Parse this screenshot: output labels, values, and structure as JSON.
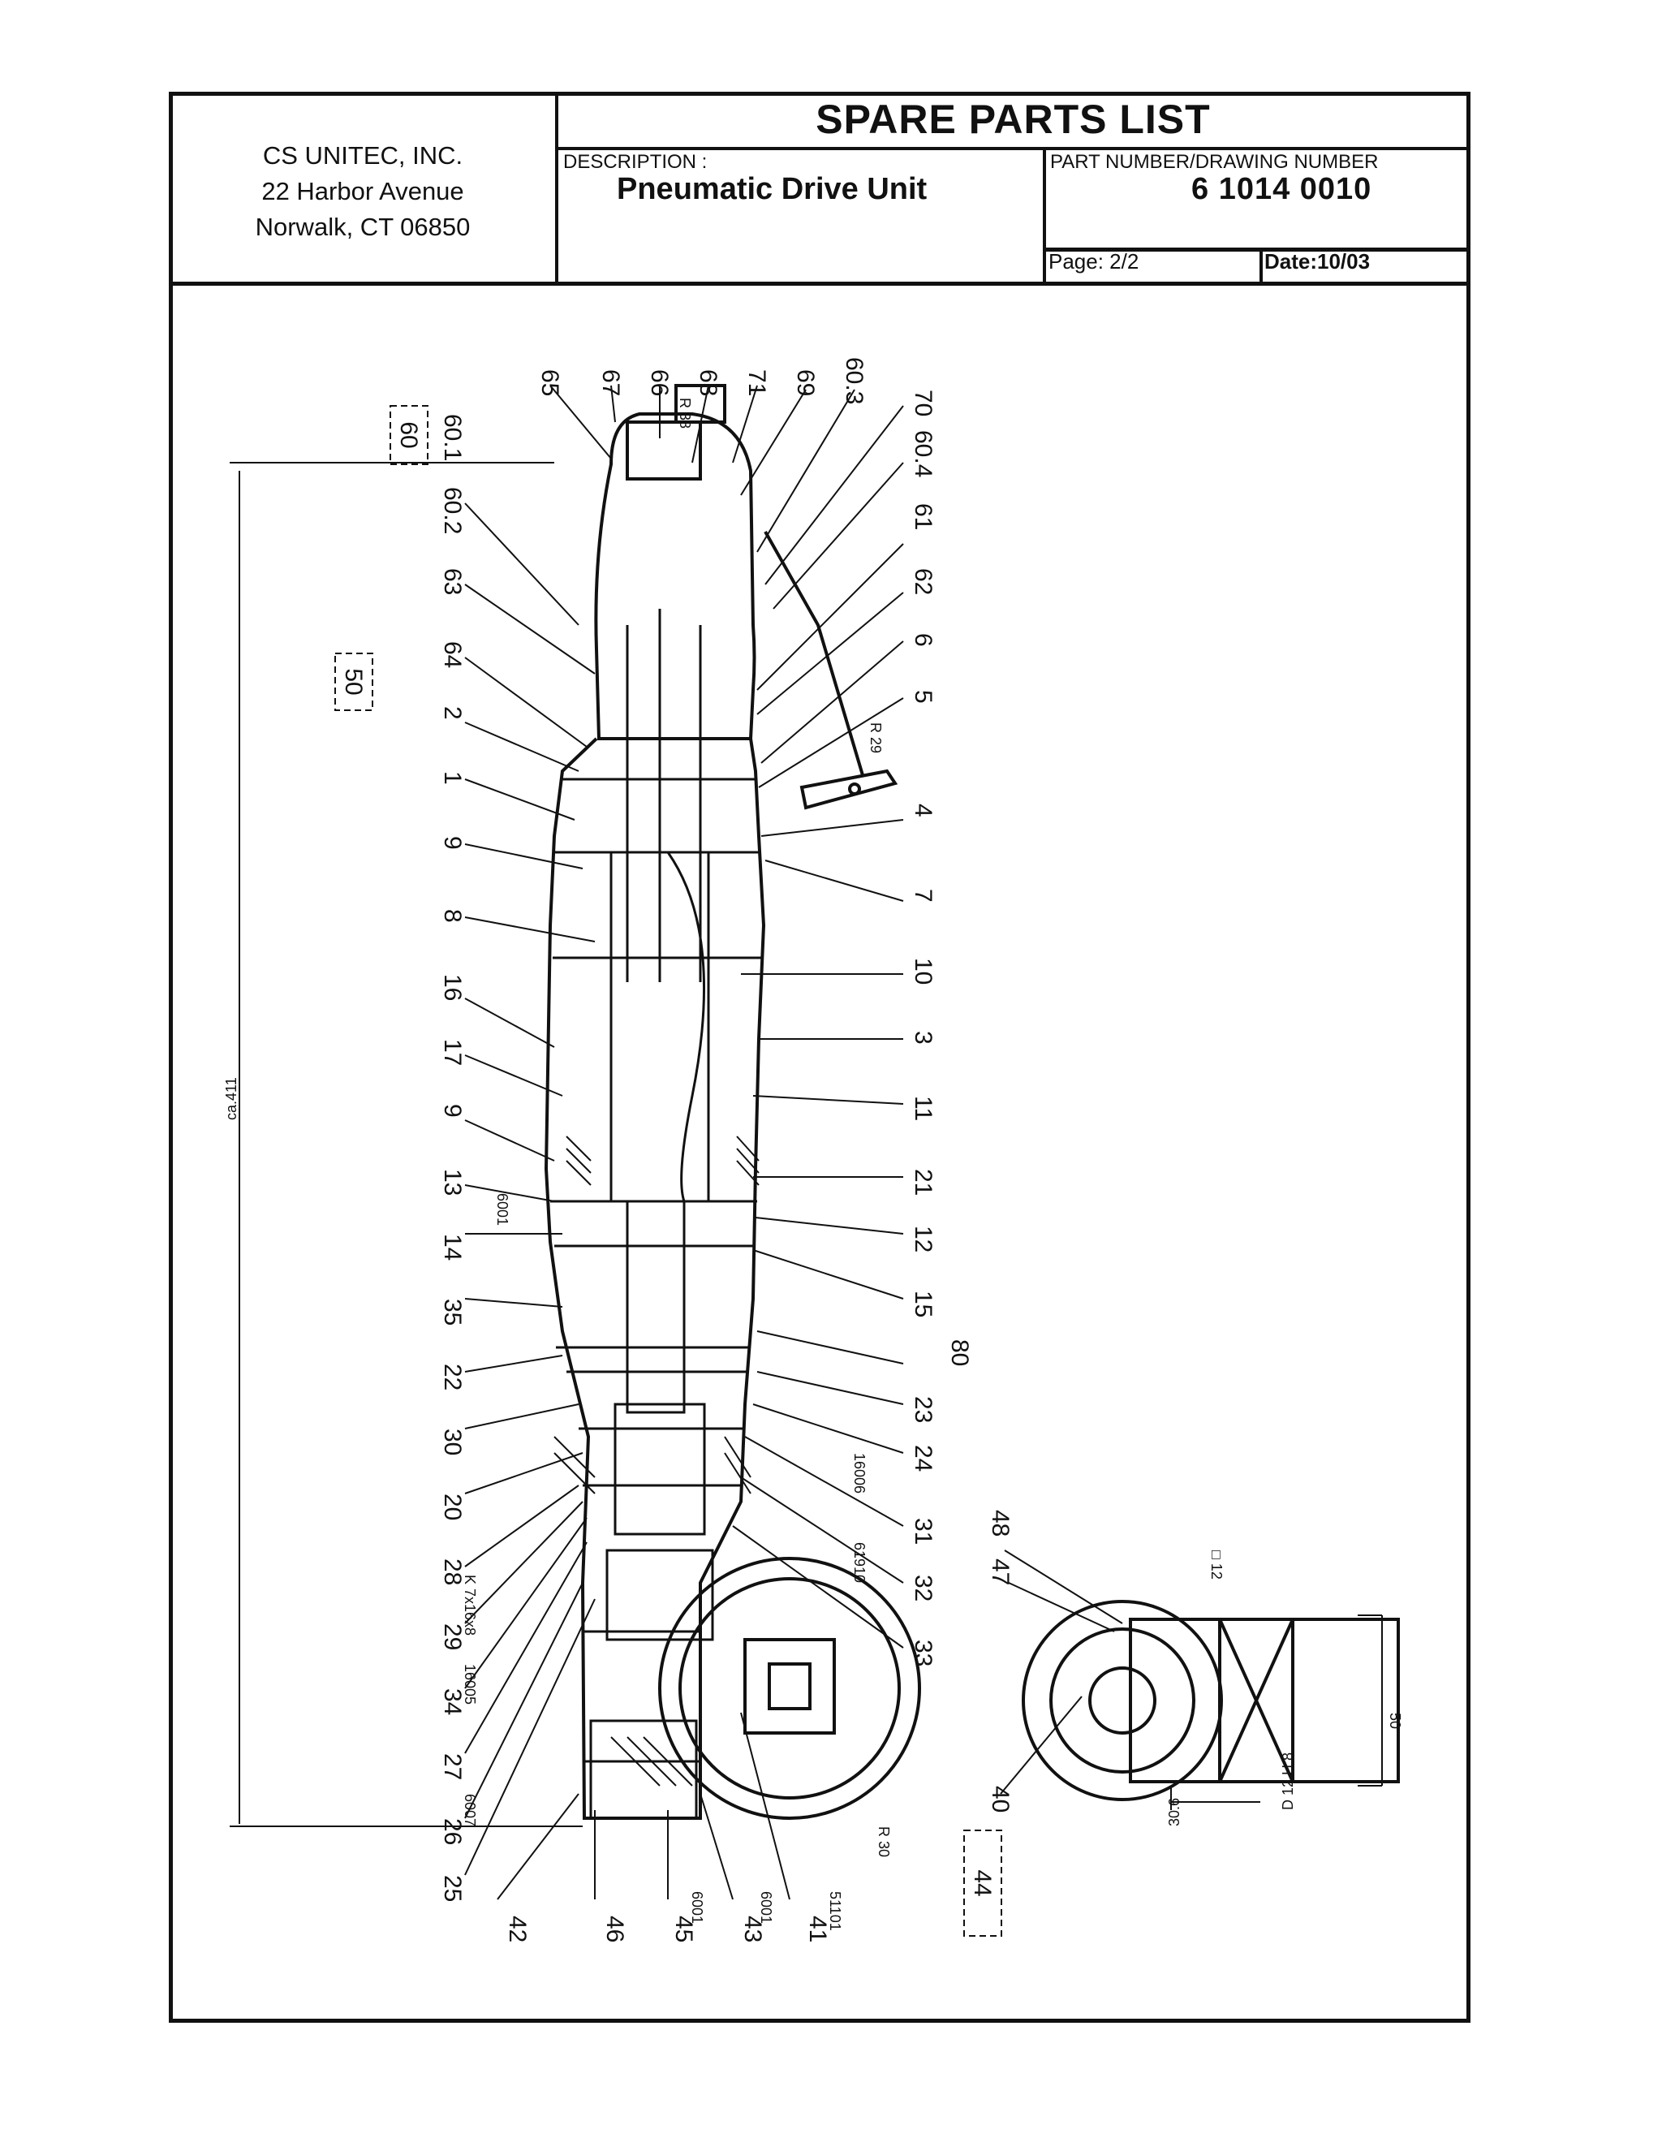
{
  "company": {
    "name": "CS UNITEC, INC.",
    "street": "22 Harbor Avenue",
    "city": "Norwalk, CT  06850"
  },
  "header": {
    "title": "SPARE PARTS LIST",
    "description_label": "DESCRIPTION :",
    "description_value": "Pneumatic Drive Unit",
    "part_number_label": "PART NUMBER/DRAWING NUMBER",
    "part_number_value": "6 1014 0010",
    "page": "Page:  2/2",
    "date": "Date:10/03"
  },
  "drawing": {
    "group_labels": [
      "60",
      "50",
      "44"
    ],
    "callouts_top": [
      "65",
      "67",
      "66",
      "68",
      "71",
      "69",
      "60.3",
      "70",
      "60.4"
    ],
    "callouts_left": [
      "60.1",
      "60.2",
      "63",
      "64",
      "2",
      "1",
      "9",
      "8",
      "16",
      "17",
      "9",
      "13",
      "14",
      "35",
      "22",
      "30",
      "20",
      "28",
      "29",
      "34",
      "27",
      "26",
      "25"
    ],
    "callouts_right": [
      "61",
      "62",
      "6",
      "5",
      "4",
      "7",
      "10",
      "3",
      "11",
      "21",
      "12",
      "15",
      "80",
      "23",
      "24",
      "31",
      "32",
      "33"
    ],
    "callouts_bottom": [
      "42",
      "46",
      "45",
      "43",
      "41"
    ],
    "callouts_detail": [
      "48",
      "47",
      "40"
    ],
    "bearing_codes": [
      "6001",
      "16006",
      "61910",
      "16005",
      "6007",
      "6001",
      "6001",
      "51101"
    ],
    "thread_code": "K 7x16x8",
    "dimensions": {
      "overall_length": "ca.411",
      "shaft_dia": "50",
      "radius_r38": "R 38",
      "radius_r30": "R 30",
      "radius_r29": "R 29",
      "dim_30_6": "30.6",
      "dim_d12": "D 12 H 8",
      "square": "□ 12"
    }
  }
}
